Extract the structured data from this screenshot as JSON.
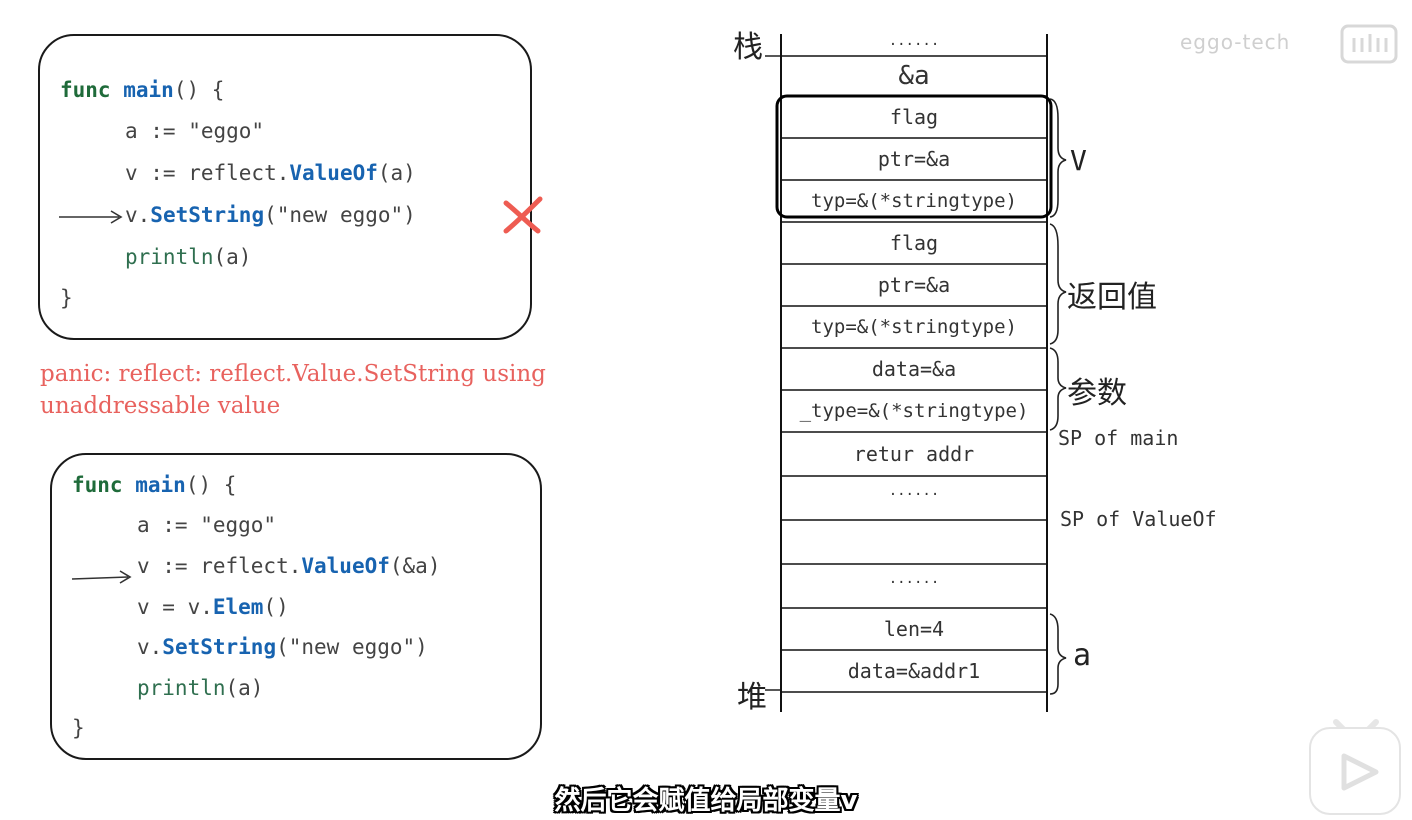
{
  "code1": {
    "lines": [
      {
        "kw": "func",
        "fn": "main",
        "rest": "() {"
      },
      {
        "pre": "a := \"eggo\""
      },
      {
        "pre": "v := reflect.",
        "fn": "ValueOf",
        "post": "(a)"
      },
      {
        "pre": "v.",
        "fn": "SetString",
        "post": "(\"new eggo\")"
      },
      {
        "pr": "println",
        "post": "(a)"
      },
      {
        "pre": "}"
      }
    ]
  },
  "panic": {
    "line1": "panic: reflect: reflect.Value.SetString using",
    "line2": "unaddressable value"
  },
  "code2": {
    "lines": [
      {
        "kw": "func",
        "fn": "main",
        "rest": "() {"
      },
      {
        "pre": "a := \"eggo\""
      },
      {
        "pre": "v := reflect.",
        "fn": "ValueOf",
        "post": "(&a)"
      },
      {
        "pre": "v = v.",
        "fn": "Elem",
        "post": "()"
      },
      {
        "pre": "v.",
        "fn": "SetString",
        "post": "(\"new eggo\")"
      },
      {
        "pr": "println",
        "post": "(a)"
      },
      {
        "pre": "}"
      }
    ]
  },
  "stack": {
    "top_label": "栈",
    "bottom_label": "堆",
    "cells": [
      "......",
      "&a",
      "flag",
      "ptr=&a",
      "typ=&(*stringtype)",
      "flag",
      "ptr=&a",
      "typ=&(*stringtype)",
      "data=&a",
      "_type=&(*stringtype)",
      "retur addr",
      "......",
      "",
      "......",
      "len=4",
      "data=&addr1"
    ],
    "brace_labels": {
      "v": "V",
      "ret": "返回值",
      "args": "参数",
      "a": "a"
    },
    "sp_main": "SP of main",
    "sp_valueof": "SP of ValueOf"
  },
  "watermark": "eggo-tech",
  "subtitle": "然后它会赋值给局部变量v"
}
